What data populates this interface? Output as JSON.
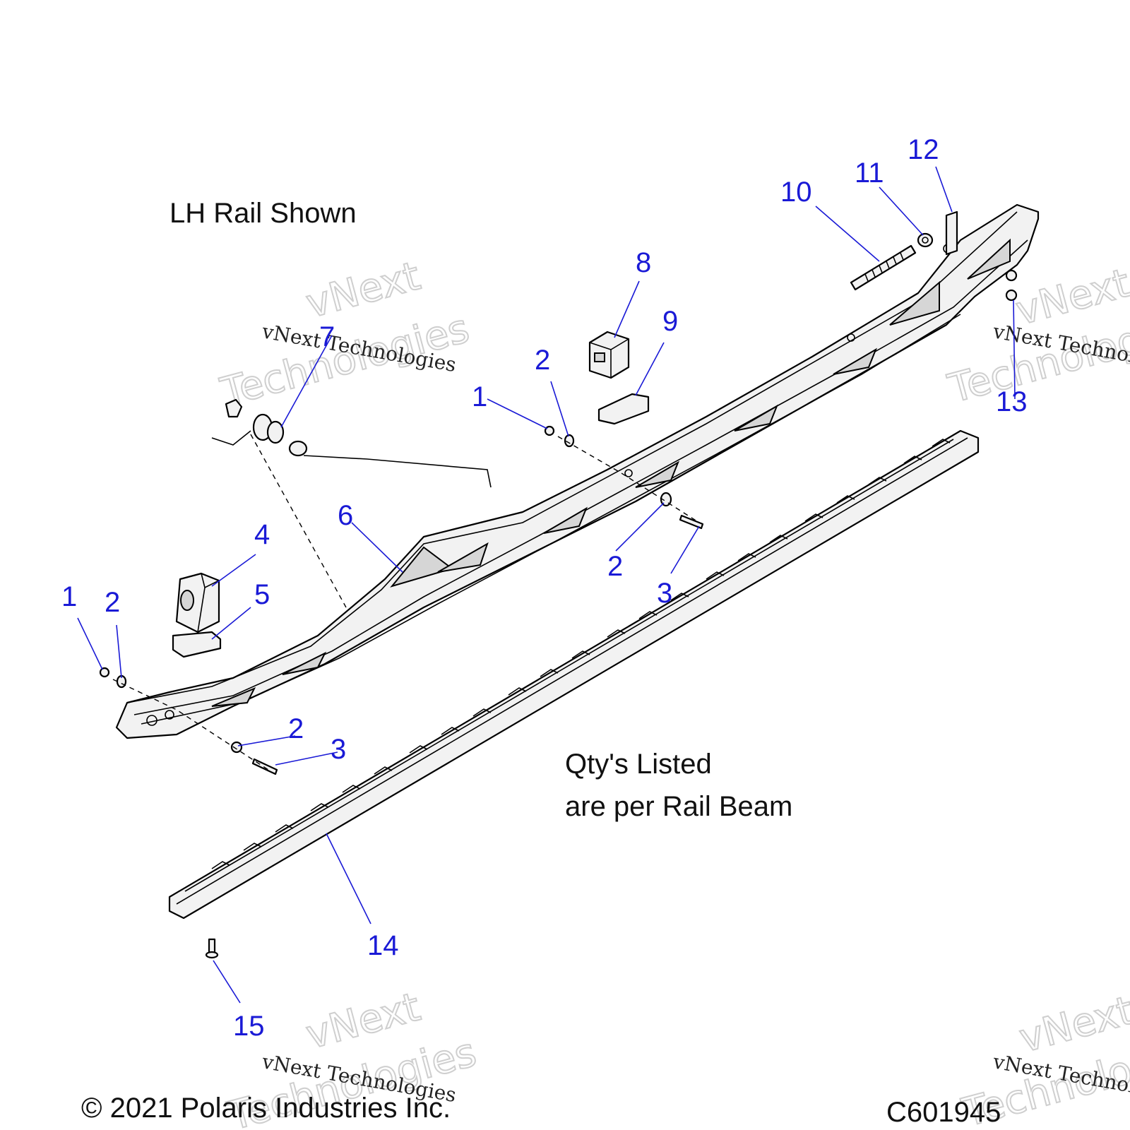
{
  "notes": {
    "rail_shown": "LH Rail Shown",
    "qty_line1": "Qty's Listed",
    "qty_line2": "are per Rail Beam"
  },
  "footer": {
    "copyright": "© 2021 Polaris Industries Inc.",
    "code": "C601945"
  },
  "watermark": {
    "line1": "vNext Technologies",
    "line2": "vNext",
    "line3": "Technologies"
  },
  "callouts": [
    "1",
    "2",
    "3",
    "4",
    "5",
    "6",
    "7",
    "8",
    "9",
    "10",
    "11",
    "12",
    "13",
    "14",
    "15"
  ],
  "colors": {
    "callout": "#1a1ad6",
    "line": "#000000",
    "fill": "#f2f2f2"
  }
}
